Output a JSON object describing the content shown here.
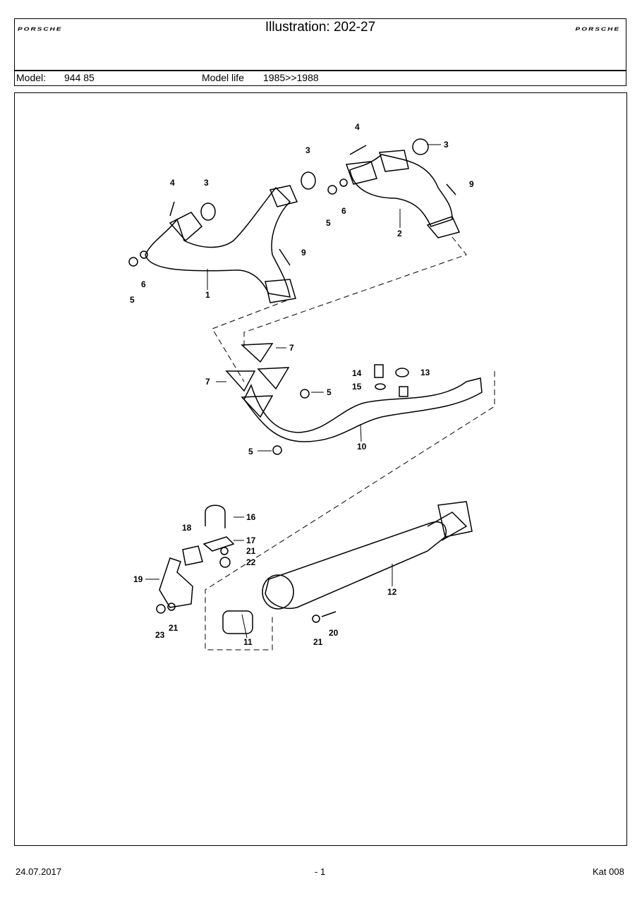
{
  "header": {
    "brand_left": "PORSCHE",
    "brand_right": "PORSCHE",
    "title": "Illustration: 202-27",
    "model_label": "Model:",
    "model_value": "944 85",
    "model_life_label": "Model life",
    "model_life_value": "1985>>1988"
  },
  "diagram": {
    "callouts": {
      "c1": "1",
      "c2": "2",
      "c3a": "3",
      "c3b": "3",
      "c3c": "3",
      "c4a": "4",
      "c4b": "4",
      "c5a": "5",
      "c5b": "5",
      "c5c": "5",
      "c5d": "5",
      "c6a": "6",
      "c6b": "6",
      "c7a": "7",
      "c7b": "7",
      "c9a": "9",
      "c9b": "9",
      "c10": "10",
      "c11": "11",
      "c12": "12",
      "c13": "13",
      "c14": "14",
      "c15": "15",
      "c16": "16",
      "c17": "17",
      "c18": "18",
      "c19": "19",
      "c20": "20",
      "c21a": "21",
      "c21b": "21",
      "c21c": "21",
      "c22": "22",
      "c23": "23"
    }
  },
  "footer": {
    "date": "24.07.2017",
    "page": "- 1",
    "catalog": "Kat 008"
  }
}
